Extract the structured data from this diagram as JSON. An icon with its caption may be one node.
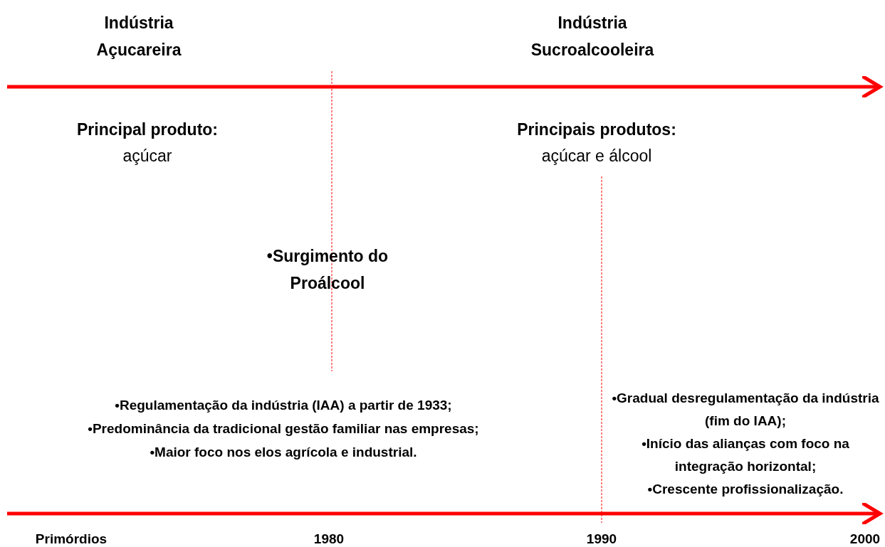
{
  "diagram": {
    "labels": [
      "Indústria Açucareira",
      "Indústria Sucroalcooleira",
      "Principal produto:",
      "açúcar",
      "Principais produtos:",
      "açúcar e álcool",
      "•Surgimento do Proálcool",
      "•Regulamentação da indústria (IAA) a partir de 1933;",
      "•Predominância da tradicional gestão familiar nas empresas;",
      "•Maior foco nos elos agrícola e industrial.",
      "•Gradual desregulamentação da indústria (fim do IAA);",
      "•Início das alianças com foco na integração horizontal;",
      "•Crescente profissionalização.",
      "Primórdios",
      "1980",
      "1990",
      "2000"
    ]
  }
}
